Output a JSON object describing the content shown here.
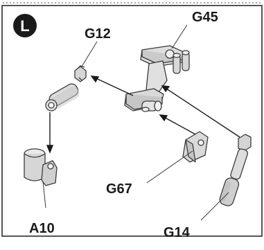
{
  "step": {
    "letter": "L"
  },
  "labels": {
    "g12": "G12",
    "g45": "G45",
    "g67": "G67",
    "a10": "A10",
    "g14": "G14"
  },
  "colors": {
    "part": "#dcdcdc",
    "part_shadow": "#b9b9b9",
    "outline": "#3a3a3a",
    "frame": "#555555",
    "badge": "#1a1a1a"
  },
  "parts": [
    {
      "id": "G12",
      "icon": "piston-rod-icon"
    },
    {
      "id": "G45",
      "icon": "bracket-frame-icon"
    },
    {
      "id": "G67",
      "icon": "clip-piece-icon"
    },
    {
      "id": "A10",
      "icon": "base-joint-icon"
    },
    {
      "id": "G14",
      "icon": "piston-cylinder-icon"
    }
  ]
}
